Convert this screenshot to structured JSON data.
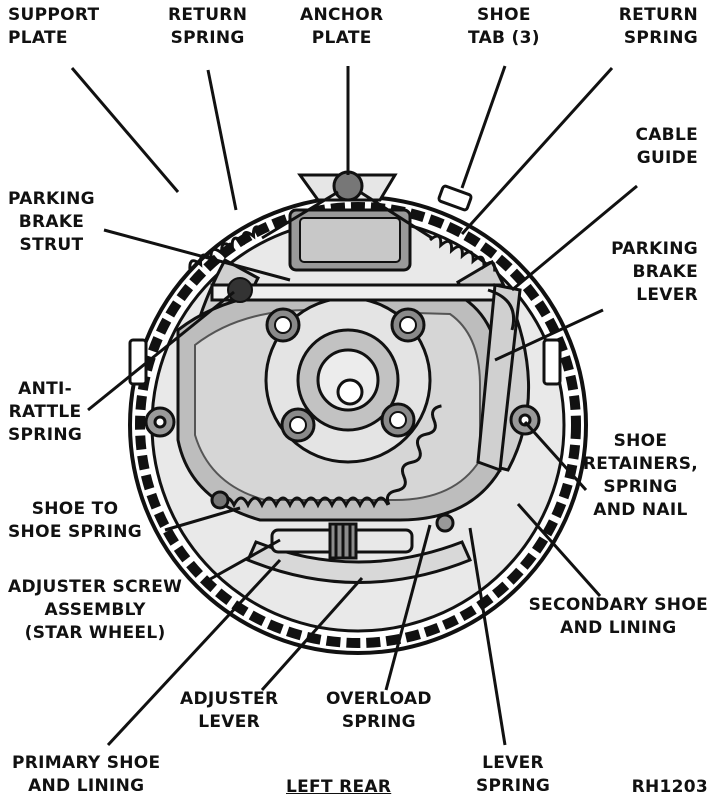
{
  "labels": {
    "support_plate": [
      "SUPPORT",
      "PLATE"
    ],
    "return_spring_left": [
      "RETURN",
      "SPRING"
    ],
    "anchor_plate": [
      "ANCHOR",
      "PLATE"
    ],
    "shoe_tab": [
      "SHOE",
      "TAB (3)"
    ],
    "return_spring_right": [
      "RETURN",
      "SPRING"
    ],
    "cable_guide": [
      "CABLE",
      "GUIDE"
    ],
    "parking_brake_strut": [
      "PARKING",
      "BRAKE",
      "STRUT"
    ],
    "parking_brake_lever": [
      "PARKING",
      "BRAKE",
      "LEVER"
    ],
    "anti_rattle_spring": [
      "ANTI-",
      "RATTLE",
      "SPRING"
    ],
    "shoe_retainers": [
      "SHOE",
      "RETAINERS,",
      "SPRING",
      "AND NAIL"
    ],
    "shoe_to_shoe_spring": [
      "SHOE TO",
      "SHOE SPRING"
    ],
    "adjuster_screw_assembly": [
      "ADJUSTER SCREW",
      "ASSEMBLY",
      "(STAR WHEEL)"
    ],
    "secondary_shoe": [
      "SECONDARY SHOE",
      "AND LINING"
    ],
    "adjuster_lever": [
      "ADJUSTER",
      "LEVER"
    ],
    "overload_spring": [
      "OVERLOAD",
      "SPRING"
    ],
    "primary_shoe": [
      "PRIMARY SHOE",
      "AND LINING"
    ],
    "lever_spring": [
      "LEVER",
      "SPRING"
    ]
  },
  "caption": "LEFT REAR",
  "figure_code": "RH1203",
  "colors": {
    "ink": "#111111",
    "paper": "#ffffff",
    "metal": "#d9d9d9",
    "shadow": "#8a8a8a"
  }
}
